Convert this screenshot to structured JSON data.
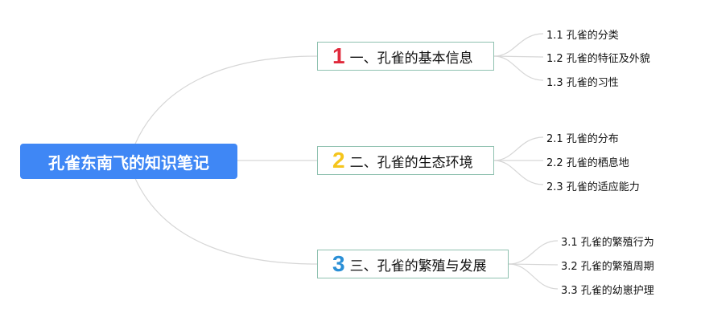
{
  "root": {
    "title": "孔雀东南飞的知识笔记",
    "color": "#3f87f5"
  },
  "branches": [
    {
      "num": "1",
      "num_color": "#e02a3c",
      "label": "一、孔雀的基本信息",
      "children": [
        "1.1 孔雀的分类",
        "1.2 孔雀的特征及外貌",
        "1.3 孔雀的习性"
      ]
    },
    {
      "num": "2",
      "num_color": "#f5c51c",
      "label": "二、孔雀的生态环境",
      "children": [
        "2.1 孔雀的分布",
        "2.2 孔雀的栖息地",
        "2.3 孔雀的适应能力"
      ]
    },
    {
      "num": "3",
      "num_color": "#2a8fd6",
      "label": "三、孔雀的繁殖与发展",
      "children": [
        "3.1 孔雀的繁殖行为",
        "3.2 孔雀的繁殖周期",
        "3.3 孔雀的幼崽护理"
      ]
    }
  ],
  "colors": {
    "connector": "#d6d6d6",
    "branch_border": "#8fc1b0"
  }
}
